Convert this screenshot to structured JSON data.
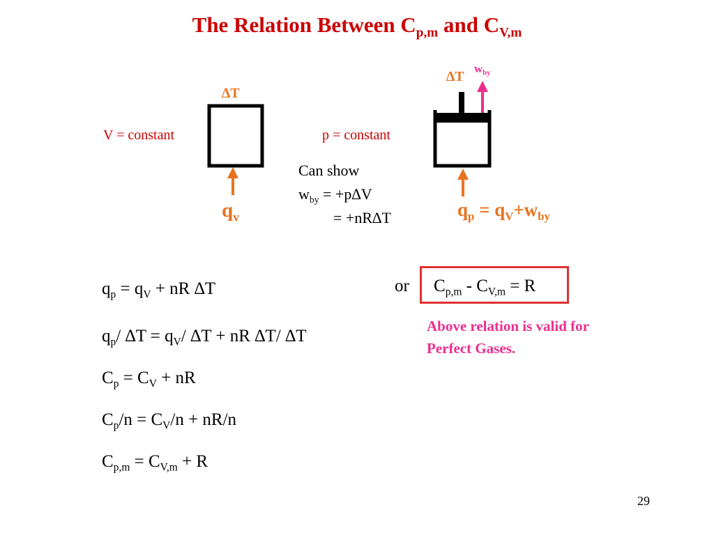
{
  "title": {
    "main": "The Relation Between C",
    "sub1": "p,m",
    "mid": " and C",
    "sub2": "V,m"
  },
  "left_system": {
    "delta_t": "∆T",
    "constraint": "V = constant",
    "heat_main": "q",
    "heat_sub": "v"
  },
  "right_system": {
    "delta_t": "∆T",
    "work_main": "w",
    "work_sub": "by",
    "constraint": "p = constant",
    "heat_eq": {
      "q": "q",
      "q_sub": "p",
      "eq": " = q",
      "v_sub": "V",
      "plus": "+w",
      "by_sub": "by"
    }
  },
  "can_show": {
    "line1": "Can show",
    "line2_w": "w",
    "line2_sub": "by",
    "line2_rest": " = +p∆V",
    "line3": "= +nR∆T"
  },
  "derivation": {
    "eq1": {
      "a": "q",
      "a_sub": "p",
      "b": " = q",
      "b_sub": "V",
      "c": " + nR ∆T"
    },
    "eq2": {
      "a": "q",
      "a_sub": "p",
      "b": "/ ∆T = q",
      "b_sub": "V",
      "c": "/ ∆T + nR ∆T/ ∆T"
    },
    "eq3": {
      "a": "C",
      "a_sub": "p",
      "b": " = C",
      "b_sub": "V",
      "c": " + nR"
    },
    "eq4": {
      "a": "C",
      "a_sub": "p",
      "b": "/n = C",
      "b_sub": "V",
      "c": "/n + nR/n"
    },
    "eq5": {
      "a": "C",
      "a_sub": "p,m",
      "b": " = C",
      "b_sub": "V,m",
      "c": " + R"
    }
  },
  "relation": {
    "or": "or",
    "a": "C",
    "a_sub": "p,m",
    "b": " - C",
    "b_sub": "V,m",
    "c": " = R",
    "note_line1": "Above relation is valid for",
    "note_line2": "Perfect Gases."
  },
  "page_number": "29",
  "colors": {
    "title": "#cc0000",
    "arrow": "#e8731e",
    "work_arrow": "#ee2c8f",
    "box": "#e03030"
  }
}
